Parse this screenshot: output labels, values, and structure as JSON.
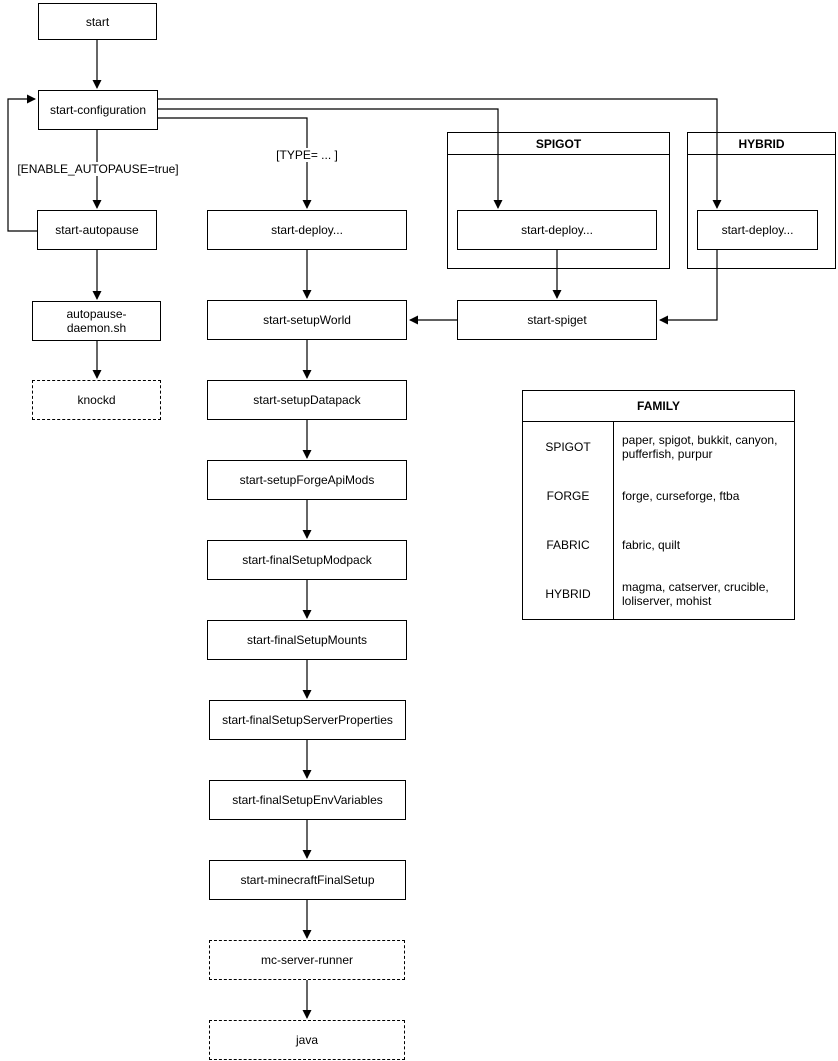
{
  "diagram": {
    "nodes": {
      "start": "start",
      "start_configuration": "start-configuration",
      "start_autopause": "start-autopause",
      "autopause_daemon": "autopause-daemon.sh",
      "knockd": "knockd",
      "start_deploy": "start-deploy...",
      "start_setup_world": "start-setupWorld",
      "start_setup_datapack": "start-setupDatapack",
      "start_setup_forge_api_mods": "start-setupForgeApiMods",
      "start_final_setup_modpack": "start-finalSetupModpack",
      "start_final_setup_mounts": "start-finalSetupMounts",
      "start_final_setup_server_properties": "start-finalSetupServerProperties",
      "start_final_setup_env_variables": "start-finalSetupEnvVariables",
      "start_minecraft_final_setup": "start-minecraftFinalSetup",
      "mc_server_runner": "mc-server-runner",
      "java": "java",
      "spigot_deploy": "start-deploy...",
      "hybrid_deploy": "start-deploy...",
      "start_spiget": "start-spiget"
    },
    "containers": {
      "spigot": "SPIGOT",
      "hybrid": "HYBRID"
    },
    "edge_labels": {
      "enable_autopause": "[ENABLE_AUTOPAUSE=true]",
      "type": "[TYPE= ... ]"
    }
  },
  "family_table": {
    "title": "FAMILY",
    "rows": [
      {
        "family": "SPIGOT",
        "types": "paper, spigot, bukkit, canyon, pufferfish, purpur"
      },
      {
        "family": "FORGE",
        "types": "forge, curseforge, ftba"
      },
      {
        "family": "FABRIC",
        "types": "fabric, quilt"
      },
      {
        "family": "HYBRID",
        "types": "magma, catserver, crucible, loliserver, mohist"
      }
    ]
  },
  "colors": {
    "stroke": "#000000",
    "background": "#ffffff",
    "text": "#000000"
  }
}
